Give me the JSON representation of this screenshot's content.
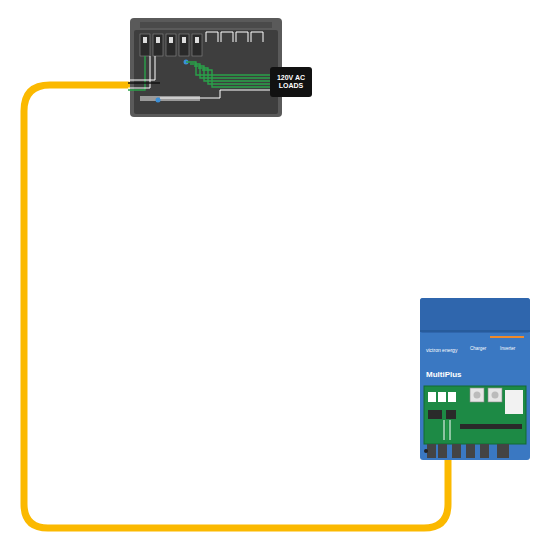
{
  "diagram": {
    "nodes": [
      {
        "text": [
          "120V AC LOADS"
        ]
      },
      {
        "text": [
          "victron energy",
          "MultiPlus",
          "Charger",
          "Inverter"
        ]
      }
    ]
  }
}
